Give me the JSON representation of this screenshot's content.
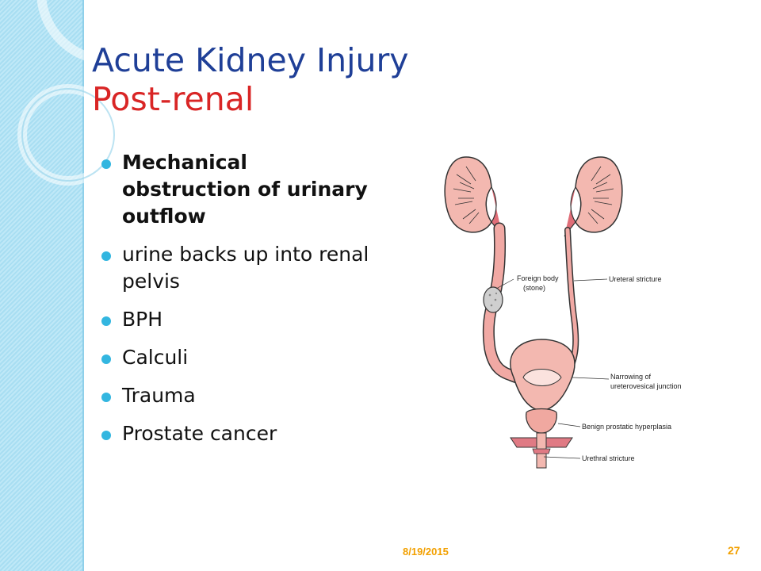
{
  "slide": {
    "title_line1": "Acute Kidney Injury",
    "title_line2": "Post-renal"
  },
  "bullets": [
    {
      "text": "Mechanical obstruction of urinary outflow",
      "bold": true
    },
    {
      "text": "urine backs up into renal pelvis",
      "bold": false
    },
    {
      "text": "BPH",
      "bold": false
    },
    {
      "text": "Calculi",
      "bold": false
    },
    {
      "text": "Trauma",
      "bold": false
    },
    {
      "text": "Prostate cancer",
      "bold": false
    }
  ],
  "figure": {
    "labels": {
      "foreign_body_1": "Foreign body",
      "foreign_body_2": "(stone)",
      "ureteral_stricture": "Ureteral stricture",
      "narrowing_1": "Narrowing of",
      "narrowing_2": "ureterovesical junction",
      "bph": "Benign prostatic hyperplasia",
      "urethral_stricture": "Urethral stricture"
    }
  },
  "footer": {
    "date": "8/19/2015",
    "page_number": "27"
  },
  "colors": {
    "title_blue": "#1f3f97",
    "title_red": "#d92525",
    "bullet_cyan": "#33b6e0",
    "footer_orange": "#f2a000",
    "band_blue": "#a8def2"
  }
}
